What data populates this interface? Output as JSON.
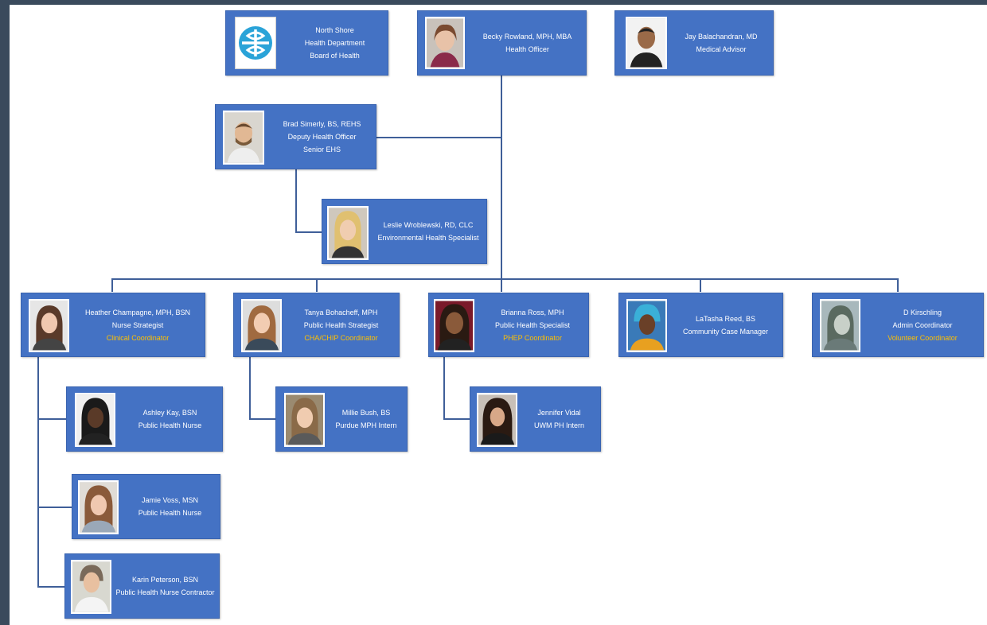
{
  "colors": {
    "card": "#4472c4",
    "line": "#3f5f99",
    "accent": "#ffc000",
    "logo": "#2aa3d8"
  },
  "org": {
    "board": {
      "line1": "North Shore",
      "line2": "Health Department",
      "line3": "Board of Health",
      "icon": "north-shore-logo-icon"
    },
    "health_officer": {
      "name": "Becky Rowland, MPH, MBA",
      "title": "Health Officer"
    },
    "medical_advisor": {
      "name": "Jay Balachandran, MD",
      "title": "Medical Advisor"
    },
    "deputy": {
      "name": "Brad Simerly, BS, REHS",
      "title": "Deputy Health Officer",
      "title2": "Senior EHS"
    },
    "ehs": {
      "name": "Leslie Wroblewski, RD, CLC",
      "title": "Environmental Health Specialist"
    },
    "nurse_strategist": {
      "name": "Heather Champagne, MPH, BSN",
      "title": "Nurse Strategist",
      "role": "Clinical Coordinator"
    },
    "ph_strategist": {
      "name": "Tanya Bohacheff, MPH",
      "title": "Public Health Strategist",
      "role": "CHA/CHIP Coordinator"
    },
    "ph_specialist": {
      "name": "Brianna Ross, MPH",
      "title": "Public Health Specialist",
      "role": "PHEP Coordinator"
    },
    "case_manager": {
      "name": "LaTasha Reed, BS",
      "title": "Community Case Manager"
    },
    "admin": {
      "name": "D Kirschling",
      "title": "Admin Coordinator",
      "role": "Volunteer Coordinator"
    },
    "nurse1": {
      "name": "Ashley Kay, BSN",
      "title": "Public Health Nurse"
    },
    "intern1": {
      "name": "Millie Bush, BS",
      "title": "Purdue MPH Intern"
    },
    "intern2": {
      "name": "Jennifer Vidal",
      "title": "UWM PH Intern"
    },
    "nurse2": {
      "name": "Jamie Voss, MSN",
      "title": "Public Health Nurse"
    },
    "nurse3": {
      "name": "Karin Peterson, BSN",
      "title": "Public Health Nurse Contractor"
    }
  }
}
